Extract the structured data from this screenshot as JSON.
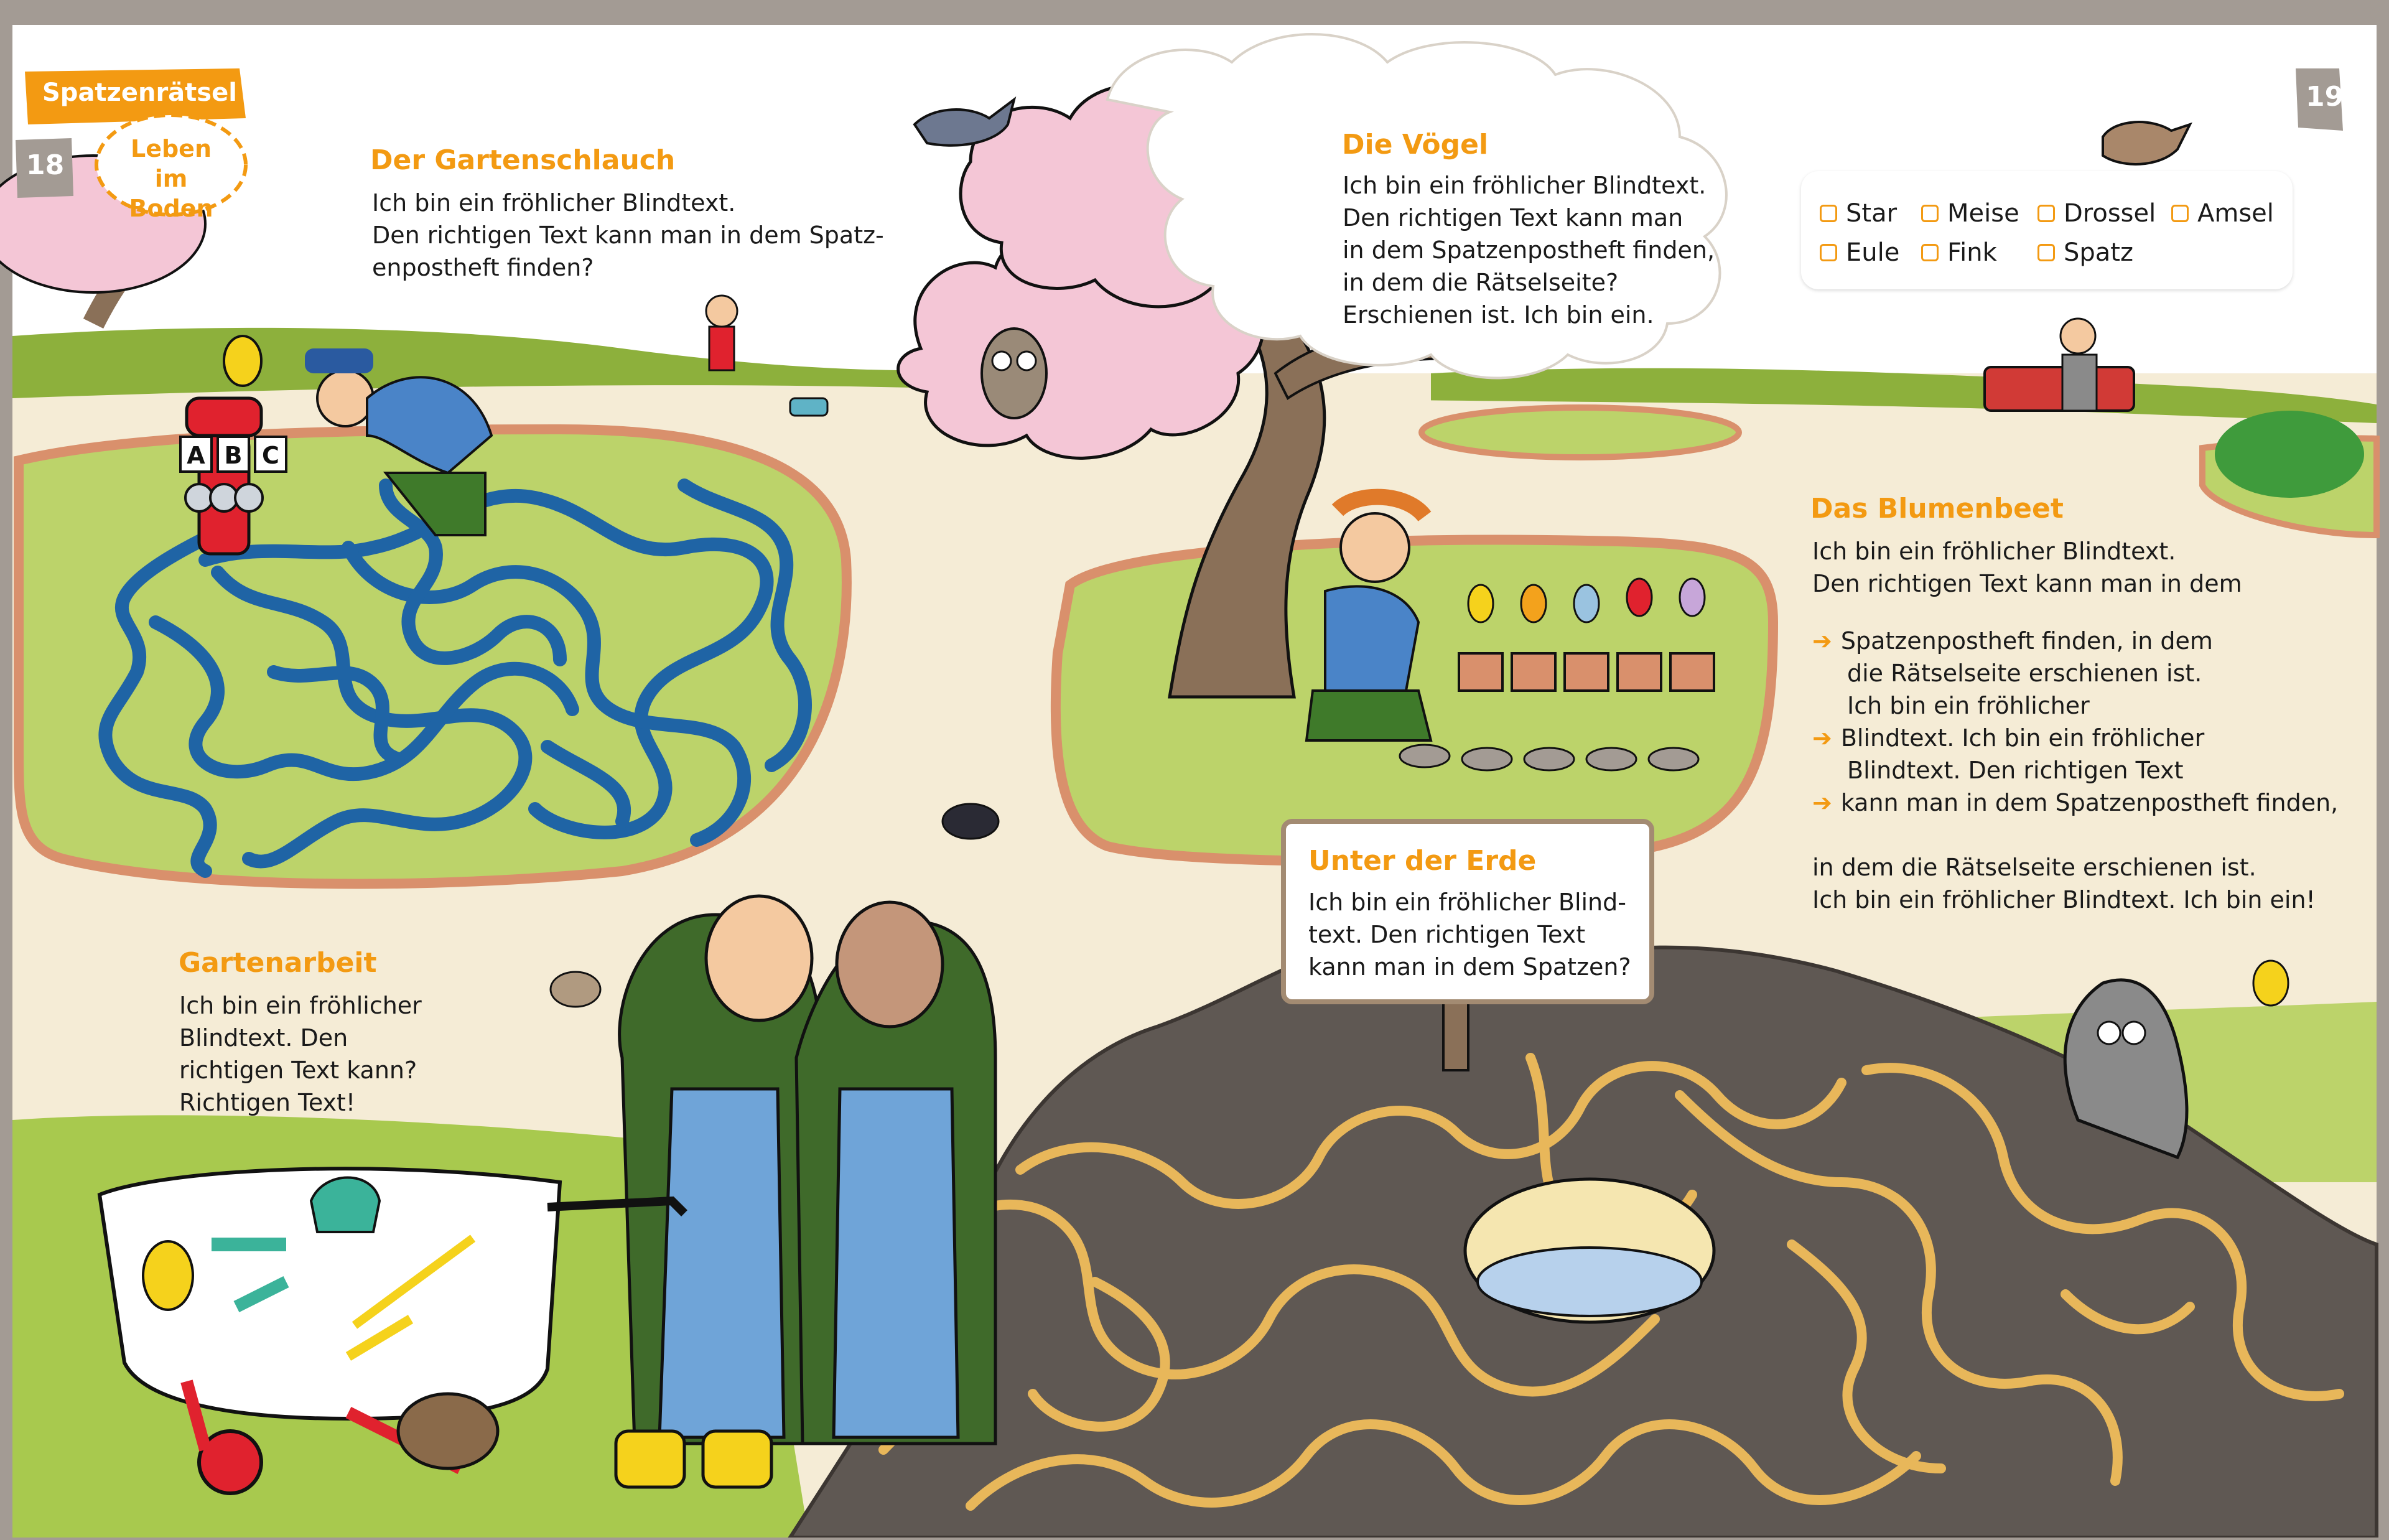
{
  "header": {
    "series_label": "Spatzenrätsel",
    "topic_label": "Leben\nim Boden",
    "page_left": "18",
    "page_right": "19"
  },
  "sections": {
    "gartenschlauch": {
      "title": "Der Gartenschlauch",
      "lines": [
        "Ich bin ein fröhlicher Blindtext.",
        "Den richtigen Text kann man in dem Spatz-",
        "enpostheft finden?"
      ]
    },
    "voegel": {
      "title": "Die Vögel",
      "lines": [
        "Ich bin ein fröhlicher Blindtext.",
        "Den richtigen Text kann man",
        "in dem Spatzenpostheft finden,",
        "in dem die Rätselseite?",
        "Erschienen ist. Ich bin ein."
      ]
    },
    "blumenbeet": {
      "title": "Das Blumenbeet",
      "intro": [
        "Ich bin ein fröhlicher Blindtext.",
        "Den richtigen Text kann man in dem"
      ],
      "bullets": [
        [
          "Spatzenpostheft finden, in dem",
          "die Rätselseite erschienen ist.",
          "Ich bin ein fröhlicher"
        ],
        [
          "Blindtext. Ich bin ein fröhlicher",
          "Blindtext. Den richtigen Text"
        ],
        [
          "kann man in dem Spatzenpostheft finden,"
        ]
      ],
      "outro": [
        "in dem die Rätselseite erschienen ist.",
        "Ich bin ein fröhlicher Blindtext. Ich bin ein!"
      ]
    },
    "unter_der_erde": {
      "title": "Unter der Erde",
      "lines": [
        "Ich bin ein fröhlicher Blind-",
        "text. Den richtigen Text",
        "kann man in dem Spatzen?"
      ]
    },
    "gartenarbeit": {
      "title": "Gartenarbeit",
      "lines": [
        "Ich bin ein fröhlicher",
        "Blindtext. Den",
        "richtigen Text kann?",
        "Richtigen Text!"
      ]
    }
  },
  "bird_checklist": {
    "items": [
      {
        "label": "Star",
        "checked": false
      },
      {
        "label": "Meise",
        "checked": false
      },
      {
        "label": "Drossel",
        "checked": false
      },
      {
        "label": "Amsel",
        "checked": false
      },
      {
        "label": "Eule",
        "checked": false
      },
      {
        "label": "Fink",
        "checked": false
      },
      {
        "label": "Spatz",
        "checked": false
      }
    ]
  },
  "hydrant_labels": [
    "A",
    "B",
    "C"
  ],
  "colors": {
    "accent_orange": "#f39a12",
    "lawn_green": "#bcd36a",
    "path_beige": "#f5ecd6",
    "soil_brown": "#5f5853",
    "hose_blue": "#2a7fc8",
    "tunnel_yellow": "#f6cf72",
    "blossom_pink": "#f4c6d6",
    "bed_border": "#d9906c"
  },
  "icons": [
    "hydrant-icon",
    "canary-icon",
    "owl-icon",
    "sparrow-icon",
    "blackbird-icon",
    "thrush-icon",
    "bluetit-icon",
    "mole-icon",
    "hedgehog-icon",
    "wheelbarrow-icon",
    "watering-can-icon",
    "shovel-icon",
    "rake-icon",
    "hammer-icon",
    "drill-icon",
    "glove-icon",
    "tulip-icon",
    "signpost-icon",
    "bench-icon"
  ]
}
